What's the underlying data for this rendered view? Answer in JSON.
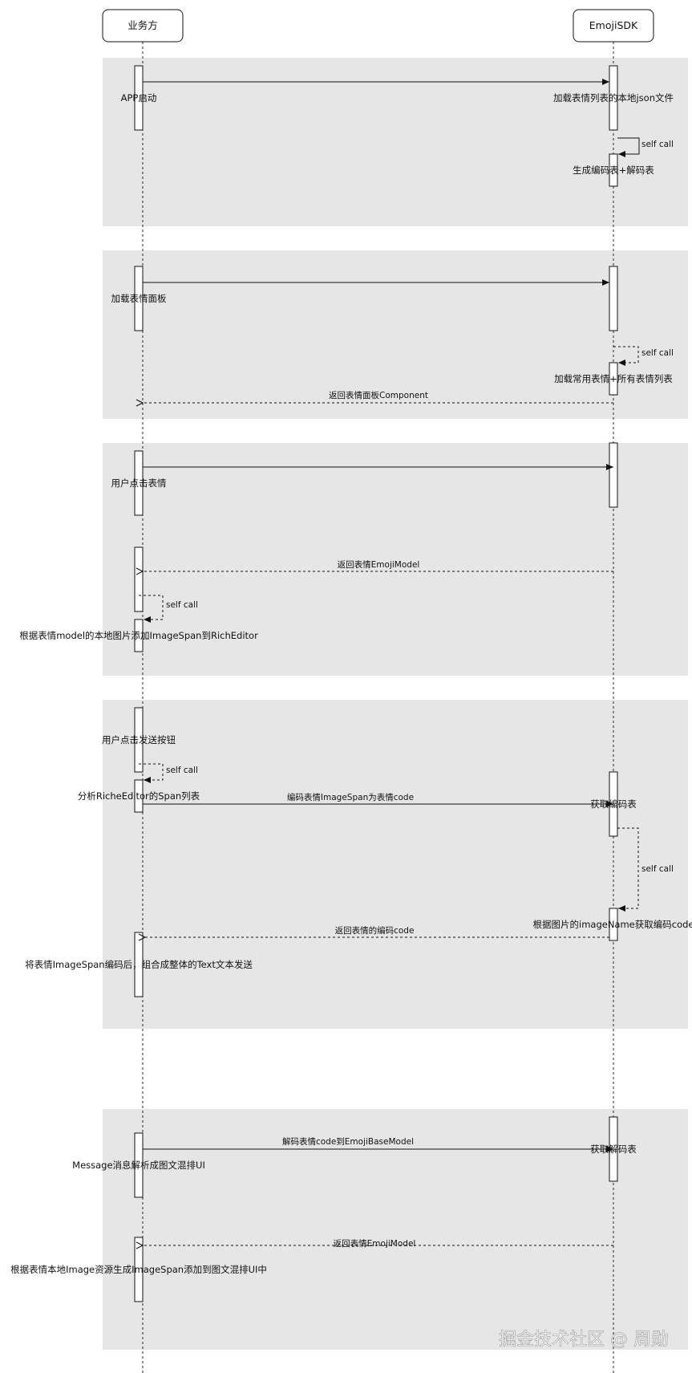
{
  "participants": {
    "left": "业务方",
    "right": "EmojiSDK"
  },
  "labels": {
    "app_start": "APP启动",
    "load_json": "加载表情列表的本地json文件",
    "self_call": "self call",
    "gen_tables": "生成编码表+解码表",
    "load_panel": "加载表情面板",
    "load_lists": "加载常用表情+所有表情列表",
    "return_panel": "返回表情面板Component",
    "user_click_emoji": "用户点击表情",
    "return_emoji_model": "返回表情EmojiModel",
    "add_imagespan": "根据表情model的本地图片添加ImageSpan到RichEditor",
    "user_click_send": "用户点击发送按钮",
    "analyze_span": "分析RicheEditor的Span列表",
    "encode_span": "编码表情ImageSpan为表情code",
    "get_encode_table": "获取编码表",
    "get_code_by_name": "根据图片的imageName获取编码code",
    "return_code": "返回表情的编码code",
    "compose_send": "将表情ImageSpan编码后，组合成整体的Text文本发送",
    "decode_code": "解码表情code到EmojiBaseModel",
    "get_decode_table": "获取解码表",
    "parse_message": "Message消息解析成图文混排UI",
    "return_emoji_model2": "返回表情EmojiModel",
    "gen_imagespan": "根据表情本地Image资源生成ImageSpan添加到图文混排UI中"
  },
  "watermark": "掘金技术社区 @ 周勋"
}
